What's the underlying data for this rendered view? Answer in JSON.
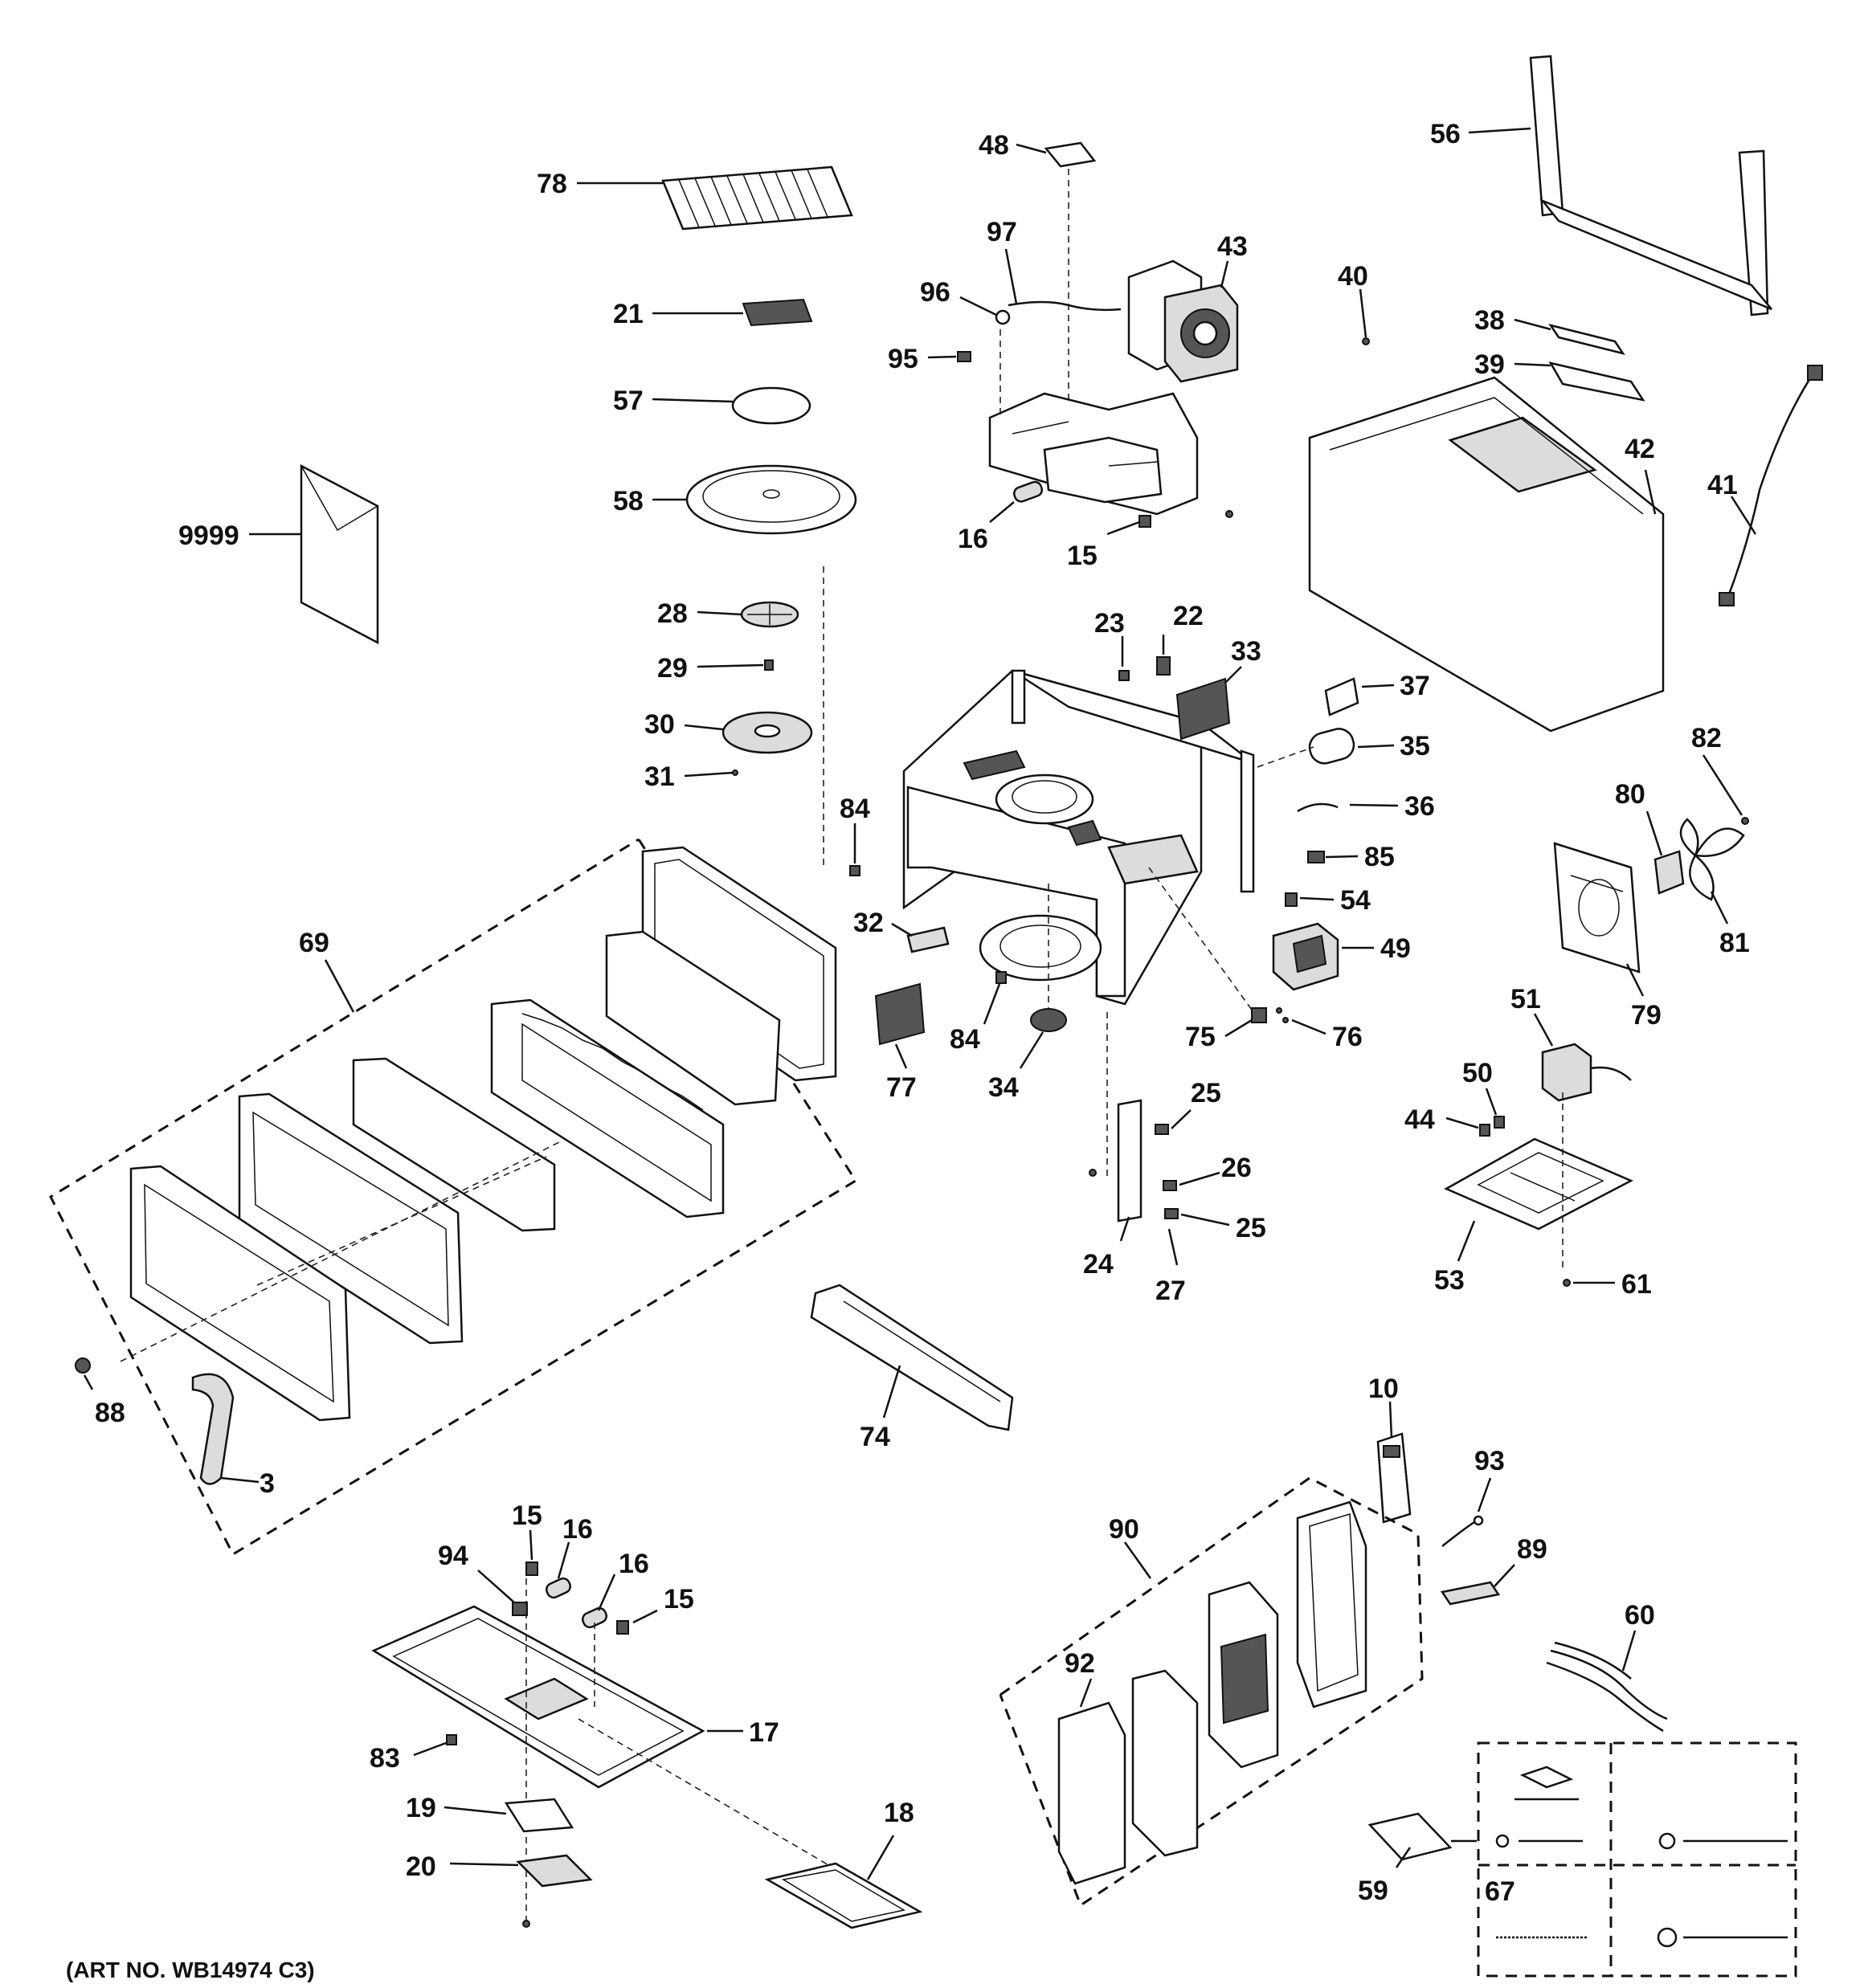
{
  "art_number": "(ART NO. WB14974 C3)",
  "labels": {
    "p78": "78",
    "p21": "21",
    "p57": "57",
    "p58": "58",
    "p9999": "9999",
    "p28": "28",
    "p29": "29",
    "p30": "30",
    "p31": "31",
    "p48": "48",
    "p97": "97",
    "p96": "96",
    "p95": "95",
    "p43": "43",
    "p16a": "16",
    "p15a": "15",
    "p56": "56",
    "p40": "40",
    "p38": "38",
    "p39": "39",
    "p42": "42",
    "p41": "41",
    "p23": "23",
    "p22": "22",
    "p33": "33",
    "p37": "37",
    "p35": "35",
    "p36": "36",
    "p84a": "84",
    "p32": "32",
    "p84b": "84",
    "p77": "77",
    "p34": "34",
    "p85": "85",
    "p54": "54",
    "p49": "49",
    "p75": "75",
    "p76": "76",
    "p82": "82",
    "p80": "80",
    "p81": "81",
    "p79": "79",
    "p51": "51",
    "p50": "50",
    "p44": "44",
    "p53": "53",
    "p61": "61",
    "p69": "69",
    "p88": "88",
    "p3": "3",
    "p25a": "25",
    "p26": "26",
    "p25b": "25",
    "p24": "24",
    "p27": "27",
    "p74": "74",
    "p10": "10",
    "p93": "93",
    "p90": "90",
    "p89": "89",
    "p92": "92",
    "p60": "60",
    "p15b": "15",
    "p16b": "16",
    "p16c": "16",
    "p15c": "15",
    "p94": "94",
    "p17": "17",
    "p83": "83",
    "p19": "19",
    "p20": "20",
    "p18": "18",
    "p59": "59",
    "p67": "67"
  }
}
